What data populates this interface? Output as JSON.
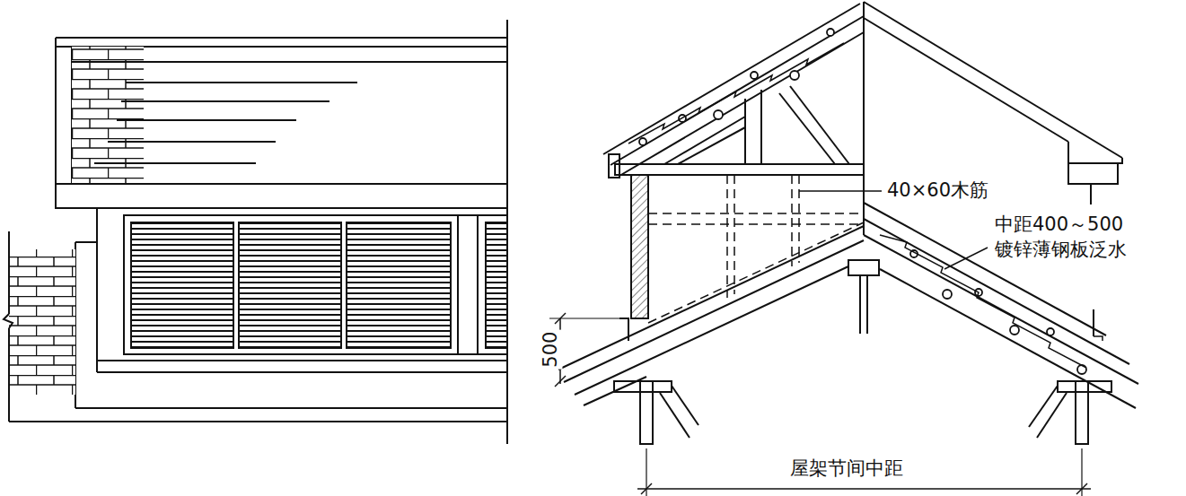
{
  "diagram": {
    "labels": [
      "40×60木筋",
      "中距400～500",
      "镀锌薄钢板泛水",
      "500",
      "屋架节间中距"
    ]
  }
}
